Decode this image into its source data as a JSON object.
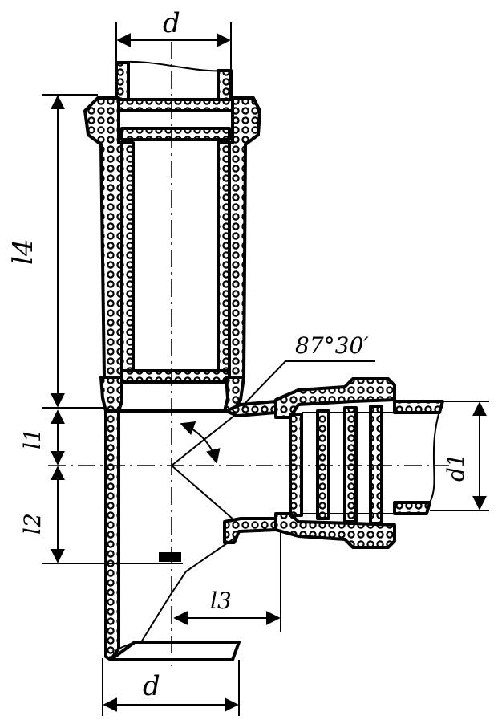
{
  "drawing": {
    "labels": {
      "d_top": "d",
      "d_bottom": "d",
      "d1": "d1",
      "l1": "l1",
      "l2": "l2",
      "l3": "l3",
      "l4": "l4",
      "angle": "87°30′"
    }
  }
}
